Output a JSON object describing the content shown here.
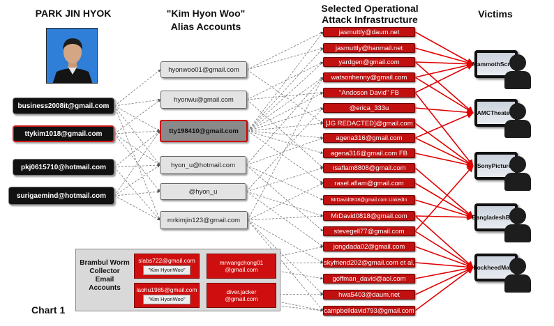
{
  "headers": {
    "person": "PARK JIN HYOK",
    "alias_line1": "\"Kim Hyon Woo\"",
    "alias_line2": "Alias Accounts",
    "infra_line1": "Selected Operational",
    "infra_line2": "Attack Infrastructure",
    "victims": "Victims"
  },
  "park_accounts": [
    "business2008it@gmail.com",
    "ttykim1018@gmail.com",
    "pkj0615710@hotmail.com",
    "surigaemind@hotmail.com"
  ],
  "alias_accounts": [
    "hyonwoo01@gmail.com",
    "hyonwu@gmail.com",
    "tty198410@gmail.com",
    "hyon_u@hotmail.com",
    "@hyon_u",
    "mrkimjin123@gmail.com"
  ],
  "infrastructure": [
    "jasmuttly@daum.net",
    "jasmuttly@hanmail.net",
    "yardgen@gmail.com",
    "watsonhenny@gmail.com",
    "\"Andoson David\" FB",
    "@erica_333u",
    "[JG REDACTED]@gmail.com",
    "agena316@gmail.com",
    "agena316@gmail.com FB",
    "rsaflam8808@gmail.com",
    "rasel.aflam@gmail.com",
    "MrDavid0818@gmail.com LinkedIn",
    "MrDavid0818@gmail.com",
    "stevegell77@gmail.com",
    "jongdada02@gmail.com",
    "skyfriend202@gmail.com et al.",
    "goffman_david@aol.com",
    "hwa5403@daum.net",
    "campbelldavid793@gmail.com"
  ],
  "brambul": {
    "label": "Brambul Worm Collector Email Accounts",
    "emails": [
      {
        "line1": "slabs722@gmail.com",
        "sub": "\"Kim HyonWoo\""
      },
      {
        "line1": "mrwangchong01",
        "line2": "@gmail.com"
      },
      {
        "line1": "laohu1985@gmail.com",
        "sub": "\"Kim HyonWoo\""
      },
      {
        "line1": "diver.jacker",
        "line2": "@gmail.com"
      }
    ]
  },
  "victims": [
    {
      "line1": "Mammoth",
      "line2": "Screen"
    },
    {
      "line1": "AMC",
      "line2": "Theaters"
    },
    {
      "line1": "Sony",
      "line2": "Pictures"
    },
    {
      "line1": "Bangladesh",
      "line2": "Bank"
    },
    {
      "line1": "Lockheed",
      "line2": "Martin"
    }
  ],
  "chart_label": "Chart 1",
  "colors": {
    "infra_red": "#c01010",
    "arrow_red": "#e00000",
    "account_black": "#111111",
    "alias_gray": "#e3e3e3"
  }
}
